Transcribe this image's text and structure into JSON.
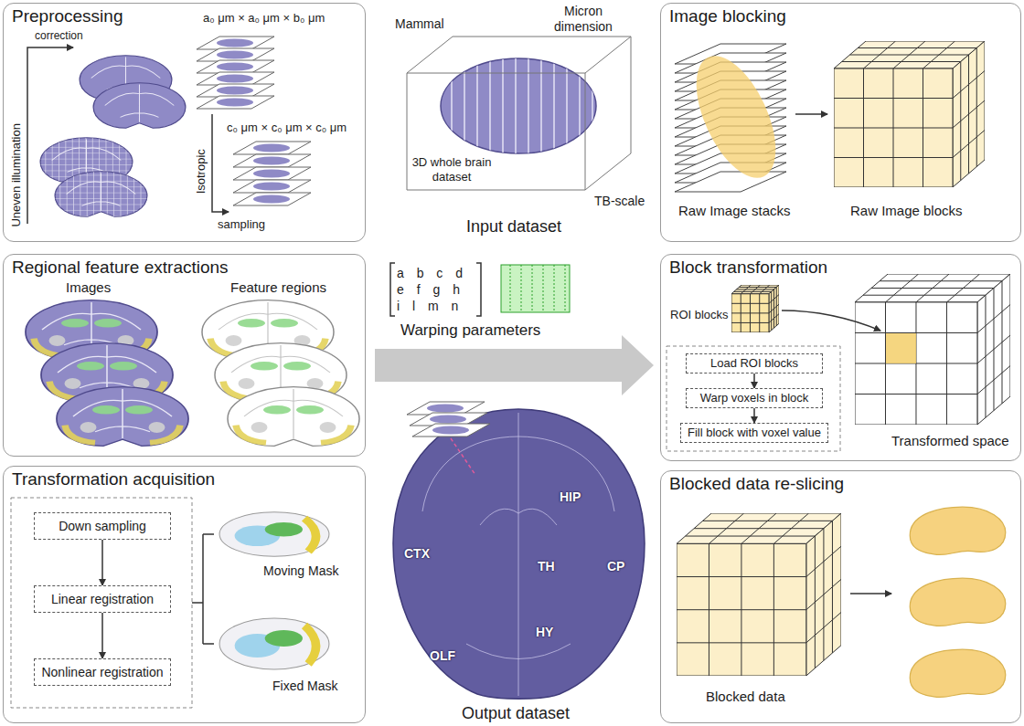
{
  "diagram": {
    "nodes": [
      {
        "text": [
          "Preprocessing"
        ]
      },
      {
        "text": [
          "Regional feature extractions"
        ]
      },
      {
        "text": [
          "Transformation acquisition"
        ]
      },
      {
        "text": [
          "Down sampling"
        ],
        "in": 2
      },
      {
        "text": [
          "Linear registration"
        ],
        "in": 2
      },
      {
        "text": [
          "Nonlinear registration"
        ],
        "in": 2
      },
      {
        "text": [
          "Image blocking"
        ]
      },
      {
        "text": [
          "Block transformation"
        ]
      },
      {
        "text": [
          "Load ROI blocks"
        ],
        "in": 7
      },
      {
        "text": [
          "Warp voxels in block"
        ],
        "in": 7
      },
      {
        "text": [
          "Fill block with voxel value"
        ],
        "in": 7
      },
      {
        "text": [
          "Blocked data re-slicing"
        ]
      }
    ],
    "edges": [
      {
        "from": 3,
        "to": 4,
        "arrow": "to"
      },
      {
        "from": 4,
        "to": 5,
        "arrow": "to"
      },
      {
        "from": 8,
        "to": 9,
        "arrow": "to"
      },
      {
        "from": 9,
        "to": 10,
        "arrow": "to"
      }
    ],
    "labels": [
      "correction",
      "Uneven illumination",
      "a₀ μm × a₀ μm × b₀ μm",
      "Isotropic",
      "sampling",
      "c₀ μm × c₀ μm × c₀ μm",
      "Images",
      "Feature regions",
      "Moving Mask",
      "Fixed Mask",
      "Mammal",
      "Micron dimension",
      "3D whole brain dataset",
      "TB-scale",
      "Input dataset",
      "a b c d",
      "e f g h",
      "i l m n",
      "Warping parameters",
      "CTX",
      "HIP",
      "TH",
      "CP",
      "HY",
      "OLF",
      "Output dataset",
      "Raw Image stacks",
      "Raw Image blocks",
      "ROI blocks",
      "Transformed space",
      "Blocked data"
    ]
  }
}
